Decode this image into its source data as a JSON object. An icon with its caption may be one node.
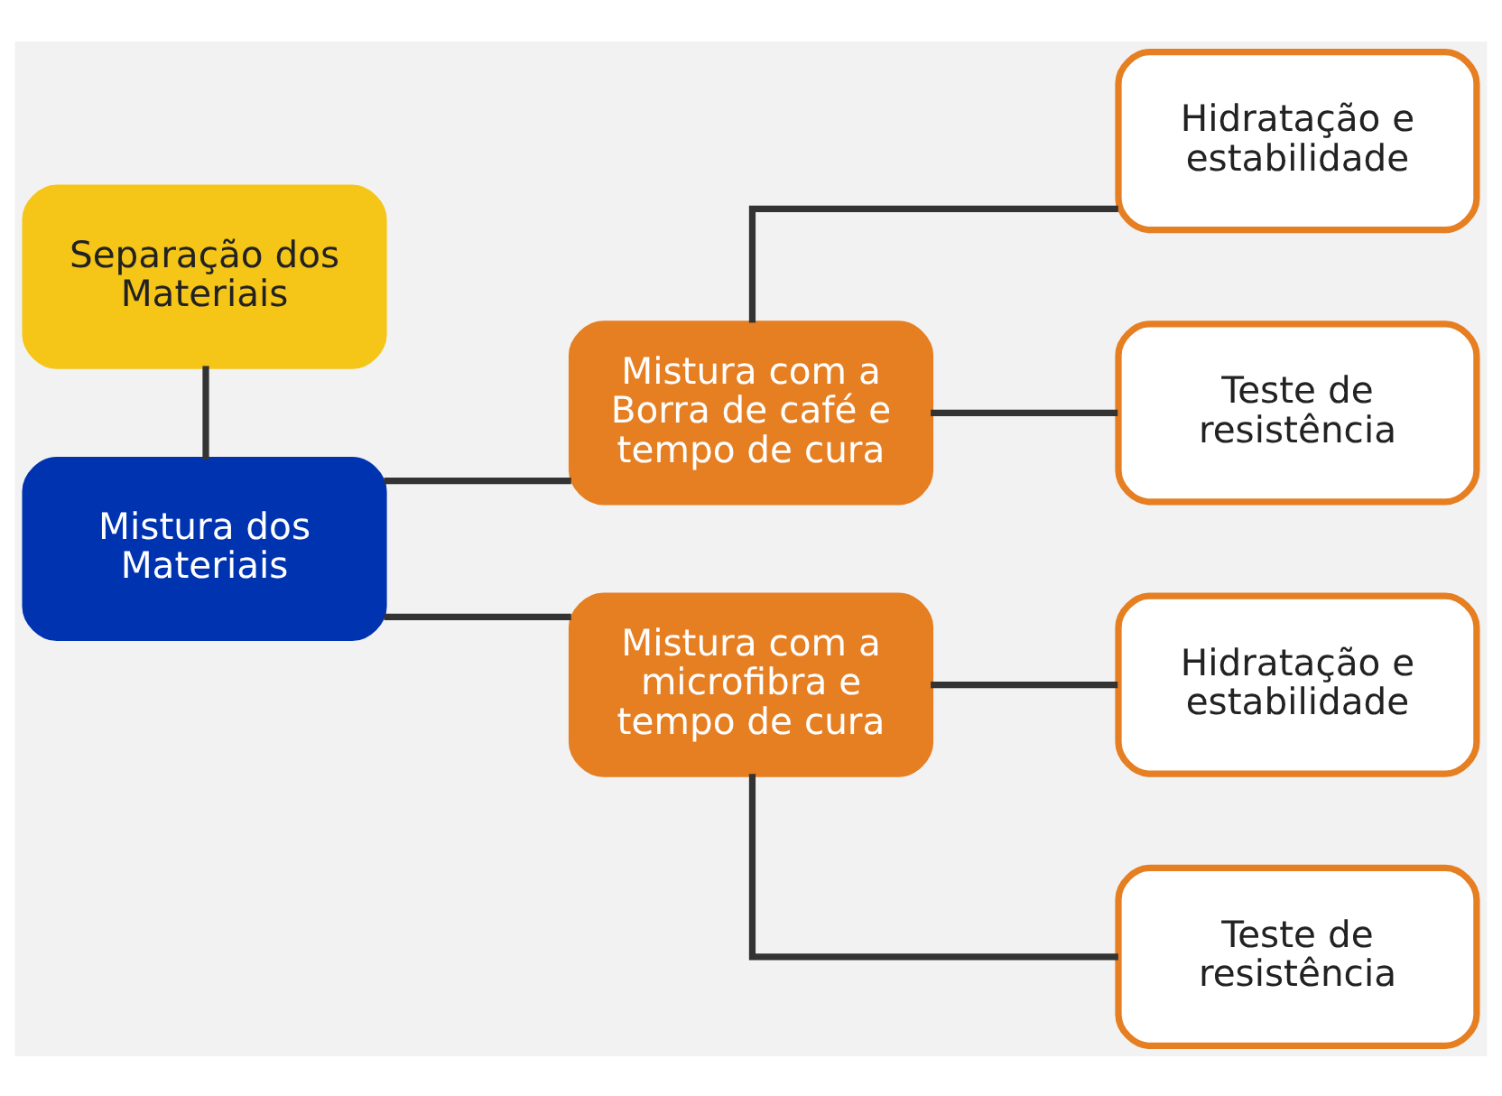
{
  "diagram": {
    "nodes": [
      {
        "text": [
          "Separação dos Materiais"
        ]
      },
      {
        "text": [
          "Mistura dos Materiais"
        ]
      },
      {
        "text": [
          "Mistura com a Borra de café e tempo de cura"
        ]
      },
      {
        "text": [
          "Mistura com a microfibra e tempo de cura"
        ]
      },
      {
        "text": [
          "Hidratação e estabilidade"
        ]
      },
      {
        "text": [
          "Teste de resistência"
        ]
      },
      {
        "text": [
          "Hidratação e estabilidade"
        ]
      },
      {
        "text": [
          "Teste de resistência"
        ]
      }
    ],
    "edges": [
      {
        "from": 0,
        "to": 1,
        "arrow": "none"
      },
      {
        "from": 1,
        "to": 2,
        "arrow": "none"
      },
      {
        "from": 1,
        "to": 3,
        "arrow": "none"
      },
      {
        "from": 2,
        "to": 4,
        "arrow": "none"
      },
      {
        "from": 2,
        "to": 5,
        "arrow": "none"
      },
      {
        "from": 3,
        "to": 6,
        "arrow": "none"
      },
      {
        "from": 3,
        "to": 7,
        "arrow": "none"
      }
    ]
  }
}
